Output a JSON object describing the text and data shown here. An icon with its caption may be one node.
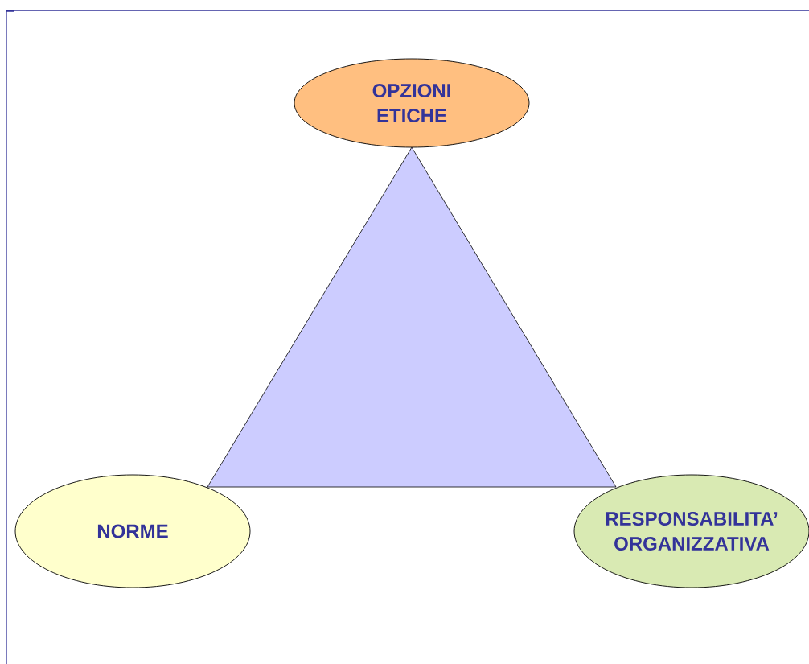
{
  "diagram": {
    "nodes": [
      {
        "text": [
          "OPZIONI ETICHE"
        ]
      },
      {
        "text": [],
        "shape": "triangle"
      },
      {
        "text": [
          "NORME"
        ]
      },
      {
        "text": [
          "RESPONSABILITA’ ORGANIZZATIVA"
        ]
      }
    ]
  }
}
